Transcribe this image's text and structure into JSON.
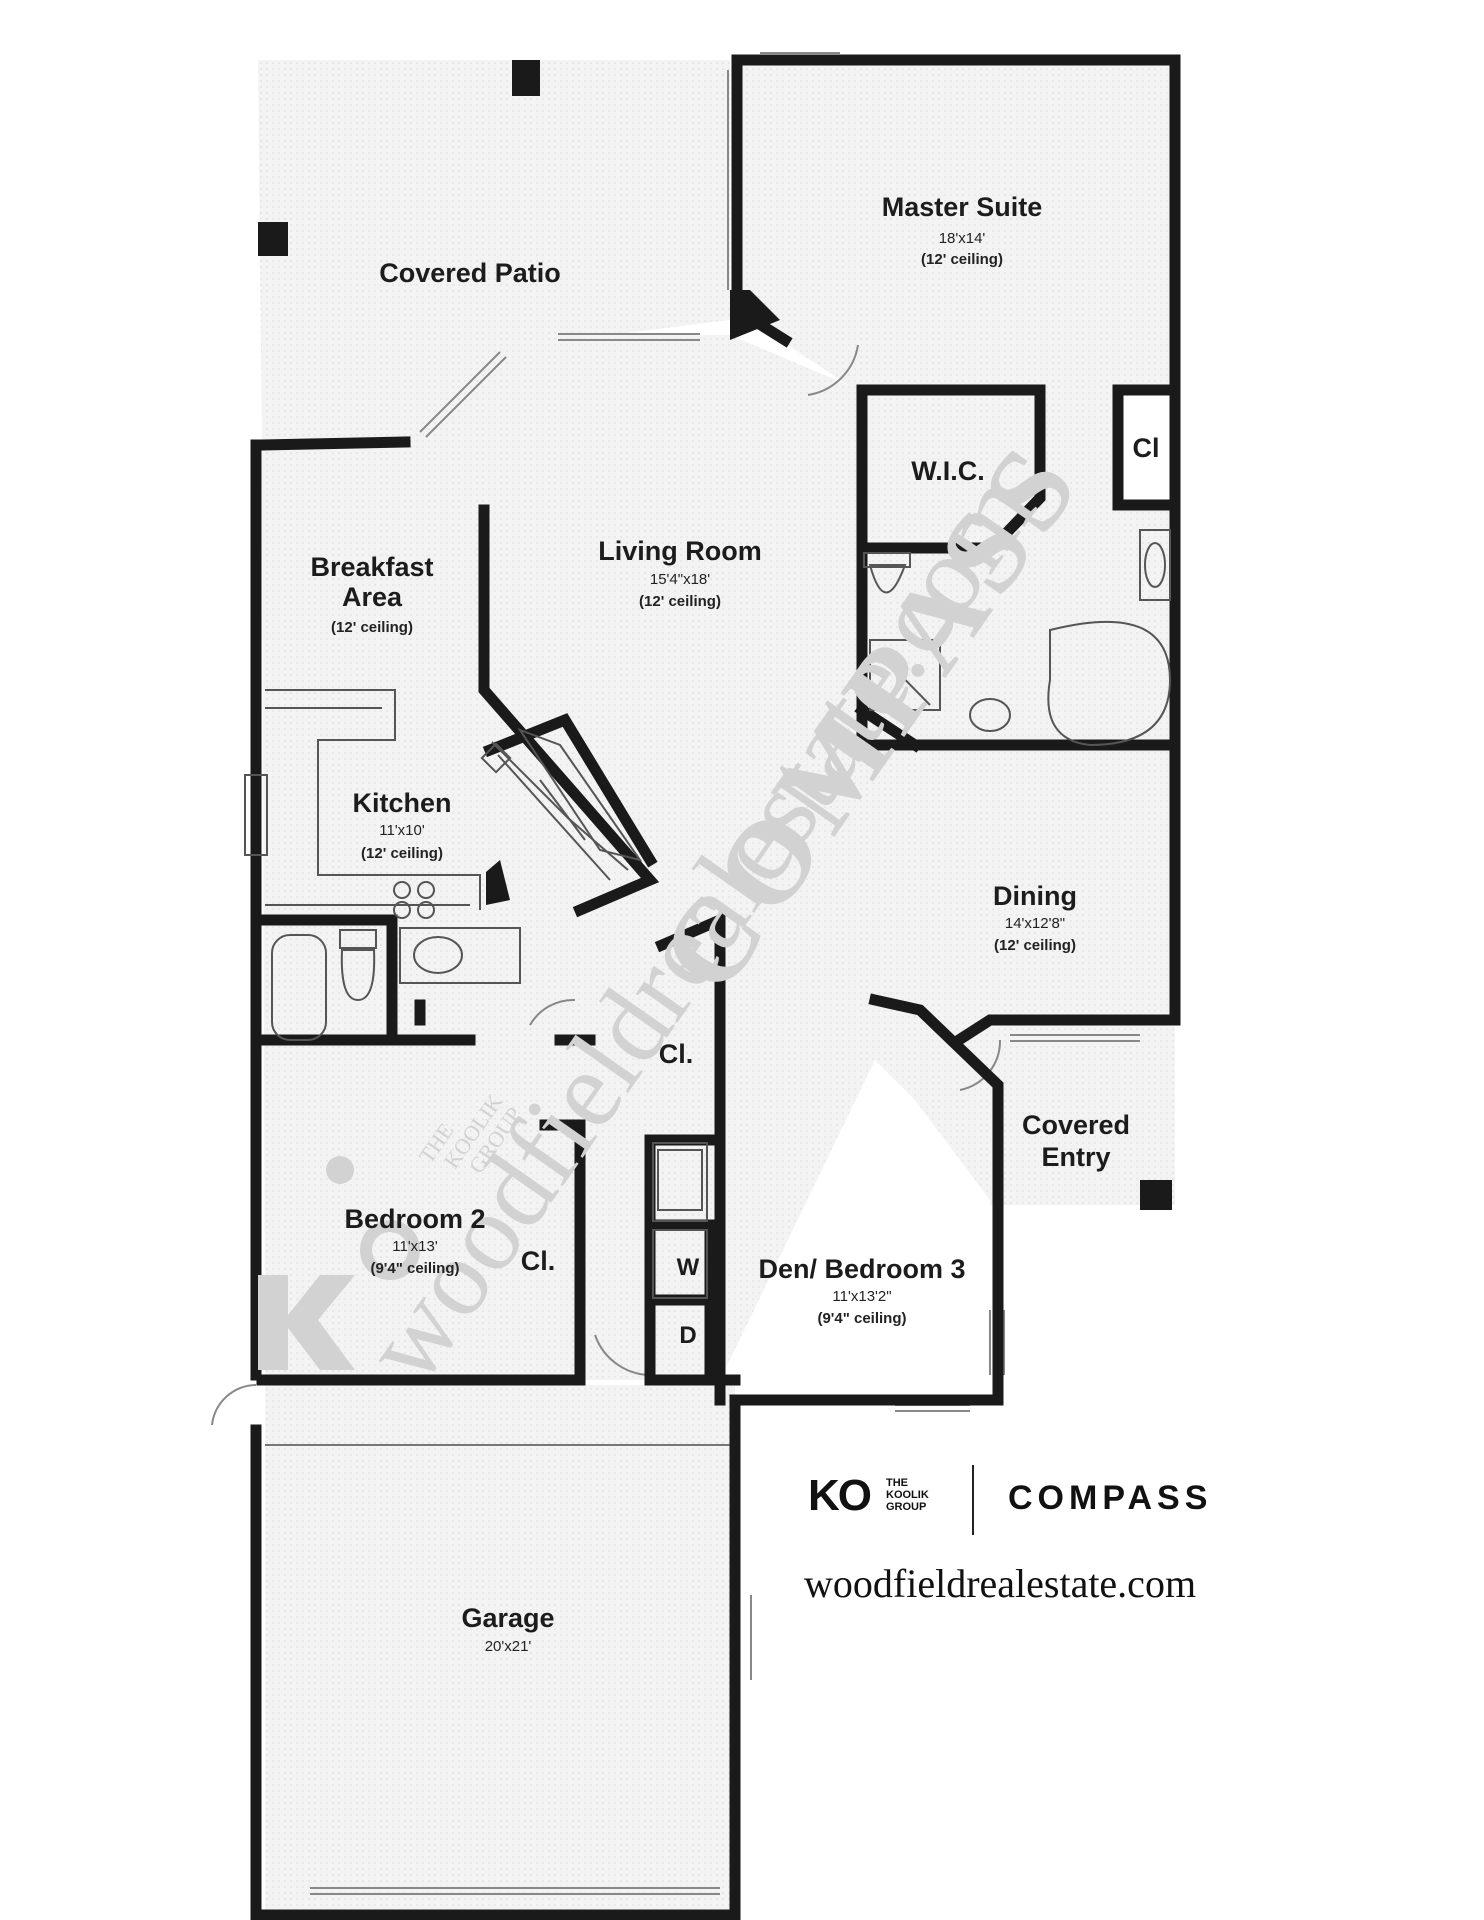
{
  "rooms": {
    "covered_patio": {
      "name": "Covered Patio"
    },
    "master_suite": {
      "name": "Master Suite",
      "dims": "18'x14'",
      "ceiling": "(12' ceiling)"
    },
    "wic": {
      "name": "W.I.C."
    },
    "master_closet": {
      "name": "Cl"
    },
    "breakfast": {
      "name_line1": "Breakfast",
      "name_line2": "Area",
      "ceiling": "(12' ceiling)"
    },
    "living": {
      "name": "Living Room",
      "dims": "15'4\"x18'",
      "ceiling": "(12' ceiling)"
    },
    "kitchen": {
      "name": "Kitchen",
      "dims": "11'x10'",
      "ceiling": "(12' ceiling)"
    },
    "dining": {
      "name": "Dining",
      "dims": "14'x12'8\"",
      "ceiling": "(12' ceiling)"
    },
    "hall_closet": {
      "name": "Cl."
    },
    "covered_entry": {
      "name_line1": "Covered",
      "name_line2": "Entry"
    },
    "bedroom2": {
      "name": "Bedroom 2",
      "dims": "11'x13'",
      "ceiling": "(9'4\" ceiling)"
    },
    "bedroom2_closet": {
      "name": "Cl."
    },
    "washer": {
      "name": "W"
    },
    "dryer": {
      "name": "D"
    },
    "den": {
      "name": "Den/ Bedroom 3",
      "dims": "11'x13'2\"",
      "ceiling": "(9'4\" ceiling)"
    },
    "garage": {
      "name": "Garage",
      "dims": "20'x21'"
    }
  },
  "watermarks": {
    "compass": "COMPASS",
    "site": "woodfieldrealestate.com",
    "group_line1": "THE",
    "group_line2": "KOOLIK",
    "group_line3": "GROUP"
  },
  "branding": {
    "logo_mark": "KO",
    "group_line1": "THE",
    "group_line2": "KOOLIK",
    "group_line3": "GROUP",
    "compass": "COMPASS",
    "website": "woodfieldrealestate.com"
  },
  "colors": {
    "wall": "#1a1a1a",
    "fill": "#f1f1f1",
    "watermark": "#d2d2d2"
  }
}
